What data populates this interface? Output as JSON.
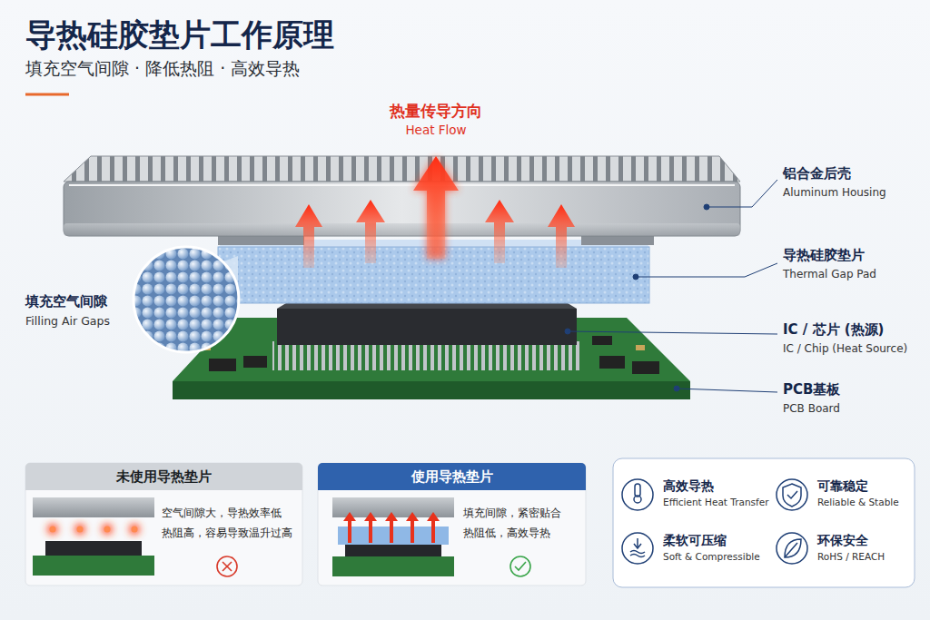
{
  "diagram": {
    "title": "导热硅胶垫片工作原理",
    "nodes": [
      {
        "text": [
          "未使用导热垫片",
          "空气间隙大，导热效率低 热阻高，容易导致温升过高"
        ]
      },
      {
        "text": [
          "使用导热垫片",
          "填充间隙，紧密贴合 热阻低，高效导热"
        ]
      }
    ],
    "labels": [
      "填充空气间隙 · 降低热阻 · 高效导热",
      "热量传导方向",
      "Heat Flow",
      "铝合金后壳",
      "Aluminum Housing",
      "导热硅胶垫片",
      "Thermal Gap Pad",
      "IC / 芯片 (热源)",
      "IC / Chip (Heat Source)",
      "PCB基板",
      "PCB Board",
      "填充空气间隙",
      "Filling Air Gaps",
      "高效导热",
      "Efficient Heat Transfer",
      "可靠稳定",
      "Reliable & Stable",
      "柔软可压缩",
      "Soft & Compressible",
      "环保安全",
      "RoHS / REACH"
    ]
  }
}
